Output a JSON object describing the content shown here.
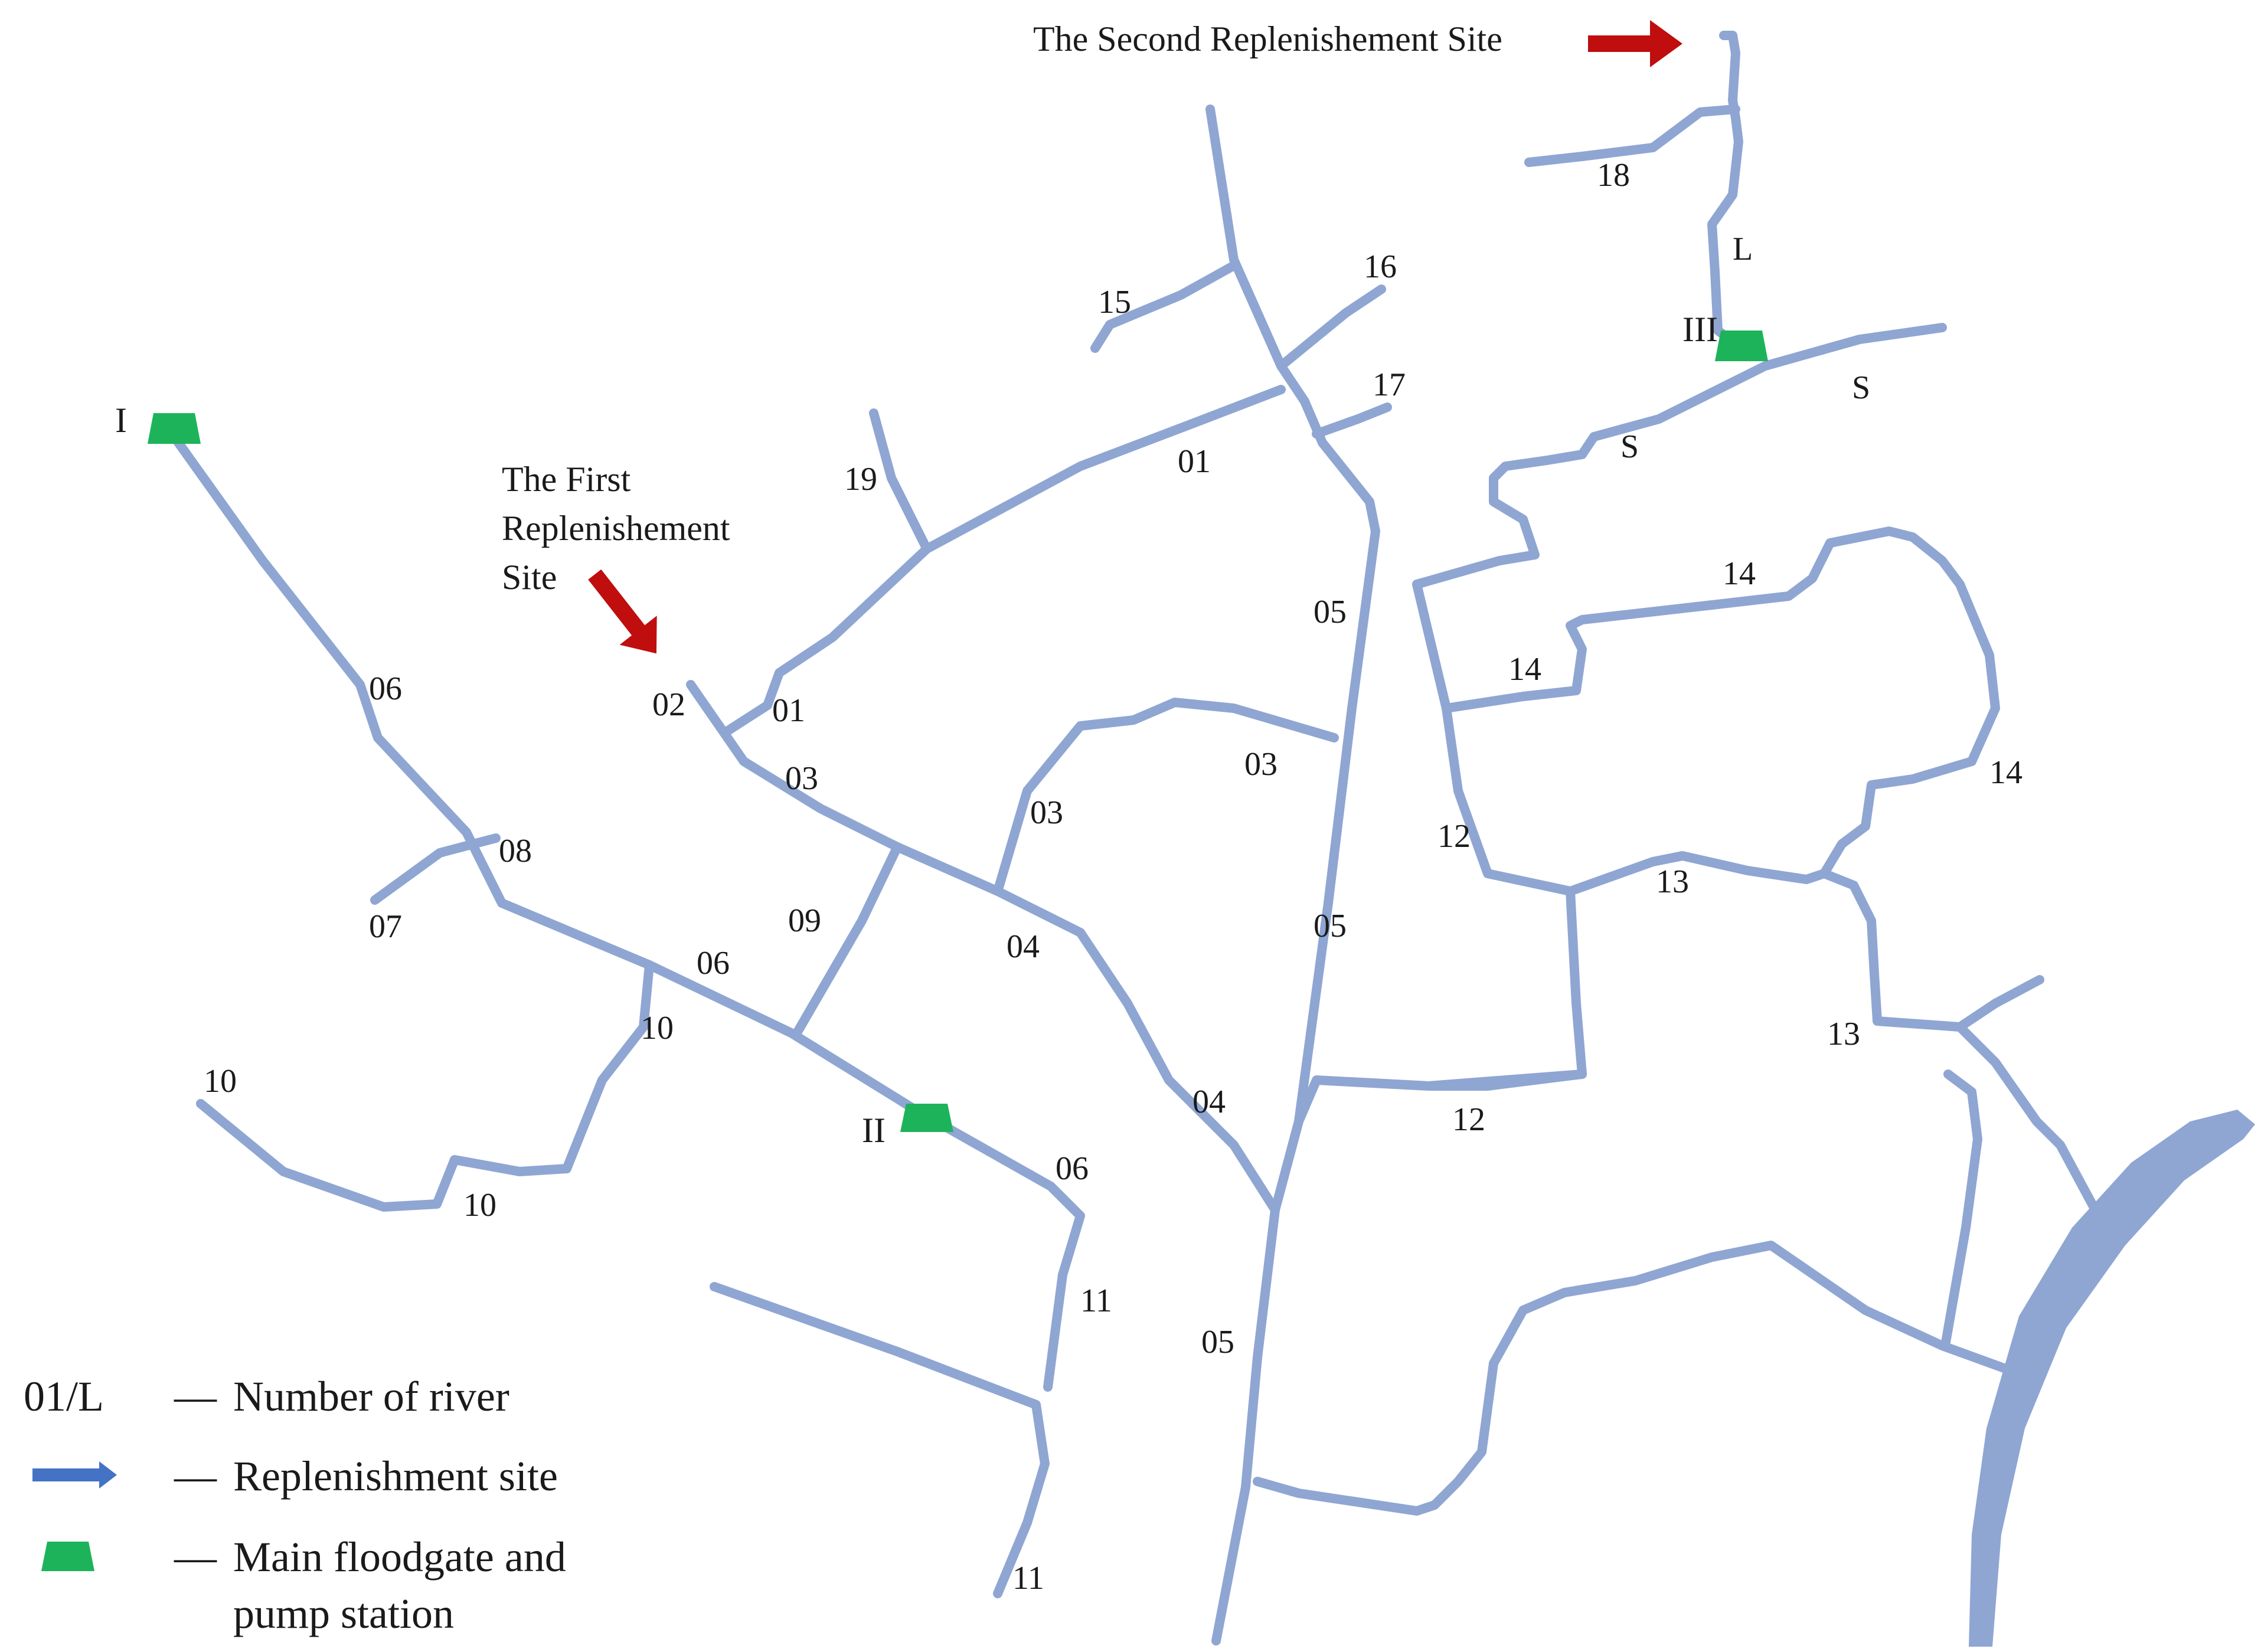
{
  "sites": {
    "second": "The Second Replenishement Site",
    "first_line1": "The First",
    "first_line2": "Replenishement",
    "first_line3": "Site"
  },
  "stations": {
    "I": "I",
    "II": "II",
    "III": "III"
  },
  "river_labels": {
    "r01a": "01",
    "r01b": "01",
    "r02": "02",
    "r03a": "03",
    "r03b": "03",
    "r03c": "03",
    "r04a": "04",
    "r04b": "04",
    "r05a": "05",
    "r05b": "05",
    "r05c": "05",
    "r06a": "06",
    "r06b": "06",
    "r06c": "06",
    "r07": "07",
    "r08": "08",
    "r09": "09",
    "r10a": "10",
    "r10b": "10",
    "r10c": "10",
    "r11a": "11",
    "r11b": "11",
    "r12a": "12",
    "r12b": "12",
    "r13a": "13",
    "r13b": "13",
    "r14a": "14",
    "r14b": "14",
    "r14c": "14",
    "r15": "15",
    "r16": "16",
    "r17": "17",
    "r18": "18",
    "r19": "19",
    "rL": "L",
    "rSa": "S",
    "rSb": "S"
  },
  "legend": {
    "river_symbol": "01/L",
    "dash": "—",
    "river_text": "Number of river",
    "site_text": "Replenishment site",
    "gate_text_line1": "Main floodgate and",
    "gate_text_line2": "pump station"
  },
  "colors": {
    "river": "#8fa6d3",
    "gate": "#1db35a",
    "arrow": "#c00d0d",
    "legend_arrow": "#4472c4"
  }
}
